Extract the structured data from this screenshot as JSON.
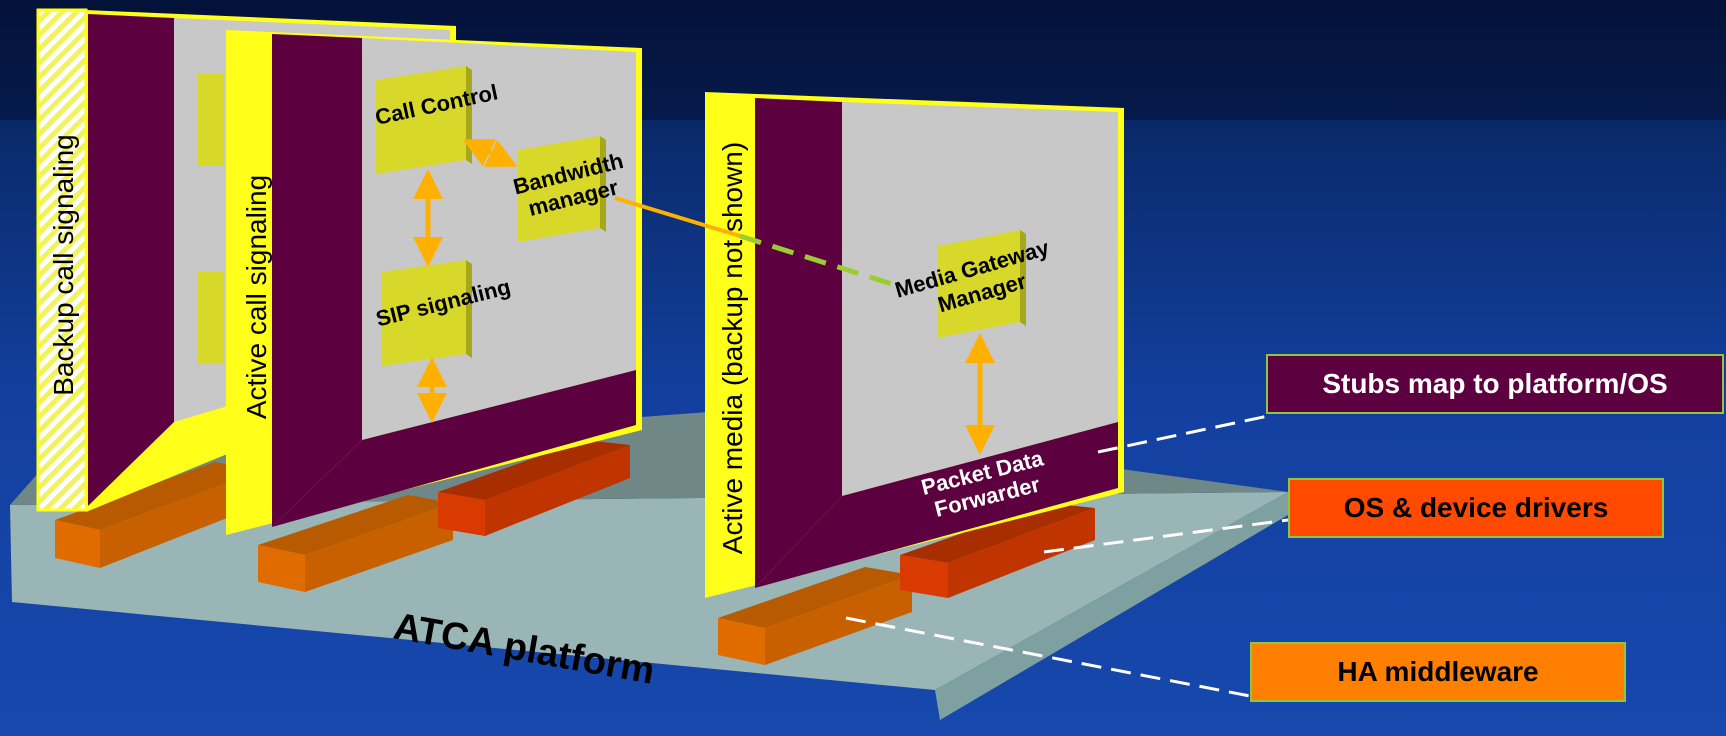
{
  "diagram": {
    "platform_label": "ATCA platform",
    "boards": {
      "backup": {
        "label": "Backup call signaling"
      },
      "active": {
        "label": "Active call signaling"
      },
      "media": {
        "label": "Active media (backup not shown)"
      }
    },
    "blocks": {
      "call_control": "Call Control",
      "bandwidth_line1": "Bandwidth",
      "bandwidth_line2": "manager",
      "sip": "SIP signaling",
      "mgm_line1": "Media Gateway",
      "mgm_line2": "Manager",
      "pdf_line1": "Packet Data",
      "pdf_line2": "Forwarder"
    },
    "callouts": {
      "stubs": "Stubs map to platform/OS",
      "os": "OS & device drivers",
      "ha": "HA middleware"
    },
    "colors": {
      "board_purple": "#5c0040",
      "frame_yellow": "#ffff1a",
      "panel_gray": "#c8c8c8",
      "block_yellow": "#d8d82a",
      "arrow_orange": "#ffb000",
      "link_green": "#9acd32",
      "base_slab": "#6f8787",
      "rail_orange": "#e06c00",
      "rail_red": "#d83a00",
      "callout_purple": "#5c0040",
      "callout_red": "#ff4a00",
      "callout_orange": "#ff7f00"
    }
  }
}
